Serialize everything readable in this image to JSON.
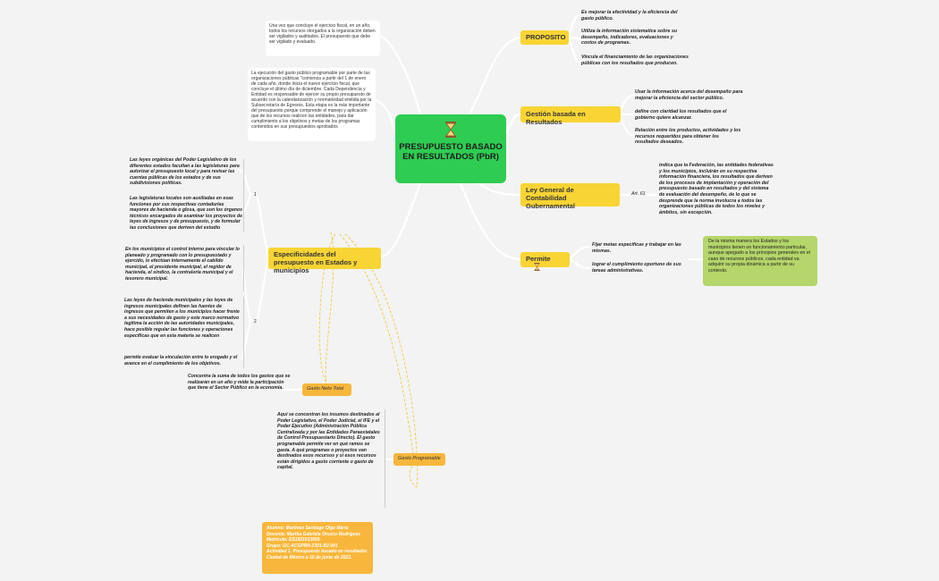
{
  "colors": {
    "central": "#2ecc52",
    "topic": "#f8d435",
    "subtopic": "#f5b73c",
    "note_green": "#b4d66a",
    "line": "#ffffff",
    "dashed": "#f1c232"
  },
  "central": {
    "icon": "hourglass-icon",
    "title": "PRESUPUESTO BASADO EN RESULTADOS (PbR)"
  },
  "left_notes": {
    "ejercicio": "Una vez que concluye el ejercicio fiscal, en un año, todos los recursos otorgados a la organización deben ser vigilados y auditados. El presupuesto que debe ser vigilado y evaluado.",
    "ejecucion": "La ejecución del gasto público programable por parte de las organizaciones públicas \"comienza a partir del 1 de enero de cada año, donde inicia el nuevo ejercicio fiscal, que concluye el último día de diciembre. Cada Dependencia y Entidad es responsable de ejercer su propio presupuesto de acuerdo con la calendarización y normatividad emitida por la Subsecretaría de Egresos. Esta etapa es la más importante del presupuesto porque comprende el manejo y aplicación que de los recursos realicen las entidades, para dar cumplimiento a los objetivos y metas de los programas contenidos en sus presupuestos aprobados"
  },
  "proposito": {
    "label": "PROPOSITO",
    "items": [
      "Es mejorar la efectividad y la eficiencia del gasto público.",
      "Utiliza la información sistematica sobre su desempeño, indicadores, evaluaciones y costos de programas.",
      "Vincula el financiamiento de las organizaciones públicas con los resultados que producen."
    ]
  },
  "gestion": {
    "label": "Gestión basada en Resultados",
    "items": [
      "Usar la información acerca del desempeño para mejorar la eficiencia del sector público.",
      "define con claridad los resultados que el gobierno quiere alcanzar.",
      "Relación entre los productos, actividades y los recursos requeridos para obtener los resultados deseados."
    ]
  },
  "ley": {
    "label": "Ley General de Contabilidad Gubernamental",
    "article": "Art. 61",
    "text": "indica que la Federación, las entidades federativas y los municipios, incluirán en su respectiva información financiera, los resultados que deriven de los procesos de implantación y operación del presupuesto basado en resultados y del sistema de evaluación del desempeño, de lo que se desprende que la norma involucra a todos las organizaciones públicas de todos los niveles y ámbitos, sin excepción."
  },
  "permite": {
    "label": "Permite",
    "icon": "hourglass-icon",
    "items": [
      "Fijar metas especificas y trabajar en las mismas.",
      "lograr el cumplimiento oportuno de sus tareas administrativas."
    ],
    "note": "De la misma manera los Estados y los municipios tienen un funcionamiento particular, aunque apegado a los principios generales en el caso de recursos públicos, cada entidad va adquirir su propia dinámica a partir de su contexto."
  },
  "especificidades": {
    "label": "Especificidades del presupuesto en Estados y municipios",
    "group1_num": "1",
    "group1": [
      "Las leyes orgánicas del Poder Legislativo de los diferentes estados facultan a las legislaturas para autorizar el presupuesto local y para revisar las cuentas públicas de los estados y de sus subdivisiones políticas.",
      "Las legislaturas locales son auxiliadas en esas funciones por sus respectivas contadurías mayores de hacienda o glosa, que son los órganos técnicos encargados de examinar los proyectos de leyes de ingresos y de presupuesto, y de formular las conclusiones que deriven del estudio"
    ],
    "municipios_note": "En los municipios el control interno para vincular lo planeado y programado con lo presupuestado y ejercido, lo efectúan internamente el cabildo municipal, el presidente municipal, el regidor de hacienda, el síndico, la contraloría municipal y el tesorero municipal.",
    "group2_num": "2",
    "group2": [
      "Las leyes de hacienda municipales y las leyes de ingresos municipales definen las fuentes de ingresos que permiten a los municipios hacer frente a sus necesidades de gasto y este marco normativo legitima la acción de las autoridades municipales, hace posible regular las funciones y operaciones específicas que en esta materia se realicen",
      "permite evaluar la vinculación entre lo erogado y el avance en el cumplimiento de los objetivos."
    ]
  },
  "gasto_neto": {
    "label": "Gasto Neto Total",
    "text": "Concentra la suma de todos los gastos que se realizarán en un año y mide la participación que tiene el Sector Público en la economía."
  },
  "gasto_programable": {
    "label": "Gasto Programable",
    "text": "Aquí se concentran los insumos destinados al Poder Legislativo, el Poder Judicial, el IFE y el Poder Ejecutivo (Administración Pública Centralizada y por las Entidades Paraestatales de Control Presupuestario Directo). El gasto programable permite ver en qué ramos se gasta. A qué programas o proyectos van destinados esos recursos y si esos recursos están dirigidos a gasto corriente o gasto de capital."
  },
  "footer": {
    "lines": [
      "Alumno: Martínez Santiago Olga María",
      "Docente: Martha Gabriela Orozco Rodríguez",
      "Matrícula: ES1821013656",
      "Grupo: GC-ACGPRN-2301-B2-001",
      "Actividad 1. Presupuesto basado en resultados",
      "Ciudad de México a 15 de junio de 2023."
    ]
  }
}
